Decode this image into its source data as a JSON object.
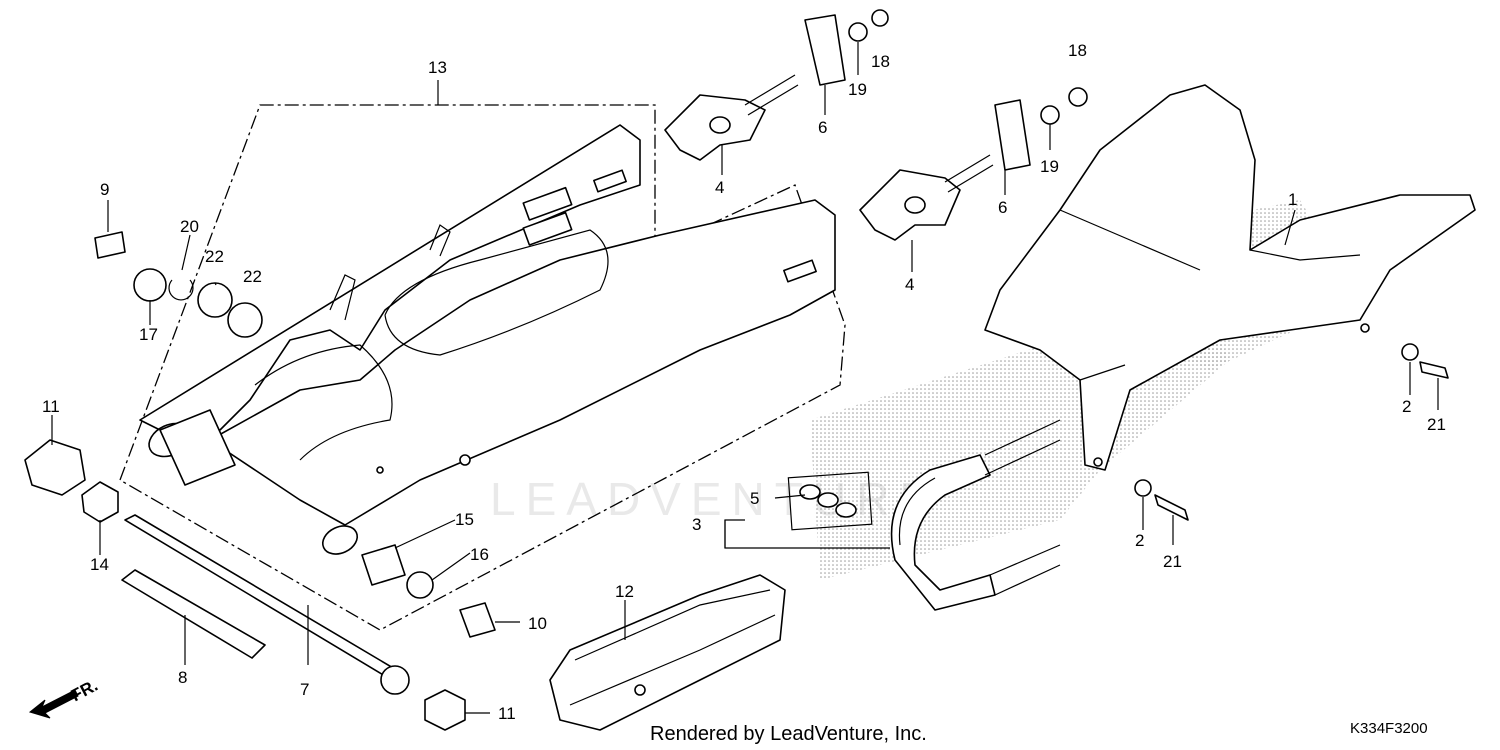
{
  "diagram": {
    "code": "K334F3200",
    "footer": "Rendered by LeadVenture, Inc.",
    "watermark": "LEADVENTURE",
    "front_arrow": "FR.",
    "callouts": [
      {
        "id": "c1",
        "label": "1"
      },
      {
        "id": "c2a",
        "label": "2"
      },
      {
        "id": "c2b",
        "label": "2"
      },
      {
        "id": "c3",
        "label": "3"
      },
      {
        "id": "c4a",
        "label": "4"
      },
      {
        "id": "c4b",
        "label": "4"
      },
      {
        "id": "c5",
        "label": "5"
      },
      {
        "id": "c6a",
        "label": "6"
      },
      {
        "id": "c6b",
        "label": "6"
      },
      {
        "id": "c7",
        "label": "7"
      },
      {
        "id": "c8",
        "label": "8"
      },
      {
        "id": "c9",
        "label": "9"
      },
      {
        "id": "c10",
        "label": "10"
      },
      {
        "id": "c11a",
        "label": "11"
      },
      {
        "id": "c11b",
        "label": "11"
      },
      {
        "id": "c12",
        "label": "12"
      },
      {
        "id": "c13",
        "label": "13"
      },
      {
        "id": "c14",
        "label": "14"
      },
      {
        "id": "c15",
        "label": "15"
      },
      {
        "id": "c16",
        "label": "16"
      },
      {
        "id": "c17",
        "label": "17"
      },
      {
        "id": "c18a",
        "label": "18"
      },
      {
        "id": "c18b",
        "label": "18"
      },
      {
        "id": "c19a",
        "label": "19"
      },
      {
        "id": "c19b",
        "label": "19"
      },
      {
        "id": "c20",
        "label": "20"
      },
      {
        "id": "c21a",
        "label": "21"
      },
      {
        "id": "c21b",
        "label": "21"
      },
      {
        "id": "c22a",
        "label": "22"
      },
      {
        "id": "c22b",
        "label": "22"
      }
    ]
  }
}
